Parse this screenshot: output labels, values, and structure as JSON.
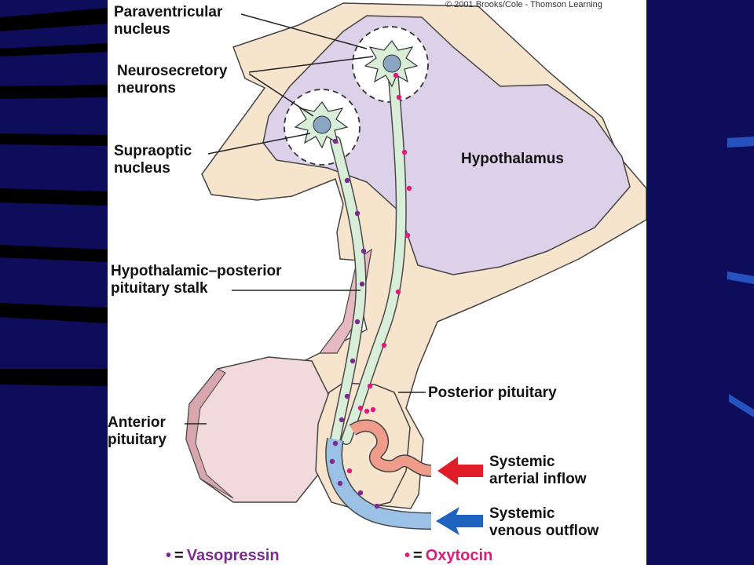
{
  "copyright": "© 2001 Brooks/Cole - Thomson Learning",
  "labels": {
    "paraventricular_line1": "Paraventricular",
    "paraventricular_line2": "nucleus",
    "neurosecretory_line1": "Neurosecretory",
    "neurosecretory_line2": "neurons",
    "supraoptic_line1": "Supraoptic",
    "supraoptic_line2": "nucleus",
    "hypothalamus": "Hypothalamus",
    "stalk_line1": "Hypothalamic–posterior",
    "stalk_line2": "pituitary stalk",
    "posterior_pituitary": "Posterior pituitary",
    "anterior_line1": "Anterior",
    "anterior_line2": "pituitary",
    "arterial_line1": "Systemic",
    "arterial_line2": "arterial inflow",
    "venous_line1": "Systemic",
    "venous_line2": "venous outflow"
  },
  "legend": {
    "vasopressin": {
      "dot": "•",
      "eq": "=",
      "label": "Vasopressin",
      "color": "#7b2a8e"
    },
    "oxytocin": {
      "dot": "•",
      "eq": "=",
      "label": "Oxytocin",
      "color": "#e0197d"
    }
  },
  "colors": {
    "background": "#0d0d5c",
    "hypothalamus": "#ddd1ea",
    "brain_tissue": "#f6e4cd",
    "anterior_pituitary": "#f2d9dc",
    "neuron_fill": "#d9eed8",
    "artery": "#ef9d8a",
    "vein": "#9cc1e6",
    "arrow_red": "#e11d2a",
    "arrow_blue": "#1e63c0"
  }
}
